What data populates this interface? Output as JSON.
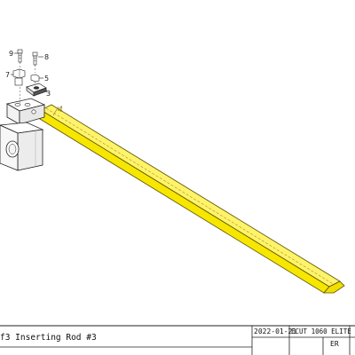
{
  "callouts": {
    "c9": "9",
    "c8": "8",
    "c7": "7",
    "c5": "5",
    "c3": "3",
    "c4": "4"
  },
  "title_block": {
    "part_title": "f3  Inserting Rod #3",
    "date": "2022-01-21",
    "model": "ECUT 1060 ELITE",
    "code": "ER"
  },
  "colors": {
    "rod_fill": "#f7e600",
    "rod_stroke": "#5a5200",
    "highlight": "#ffe100",
    "line": "#222222"
  }
}
